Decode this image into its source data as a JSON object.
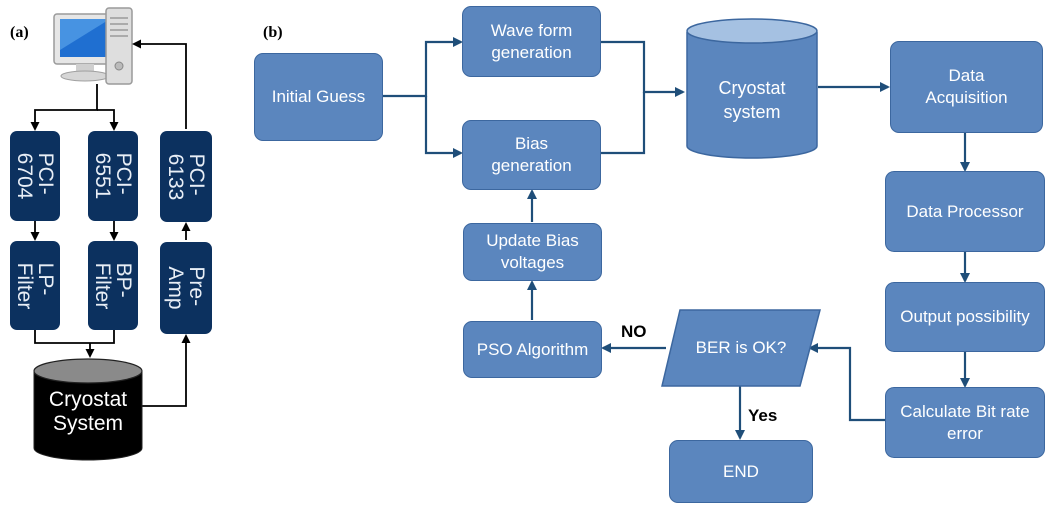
{
  "panel_a": {
    "label": "(a)",
    "cards": {
      "pci6704": "PCI-\n6704",
      "pci6551": "PCI-\n6551",
      "pci6133": "PCI-\n6133",
      "lp_filter": "LP-\nFilter",
      "bp_filter": "BP-\nFilter",
      "pre_amp": "Pre-\nAmp"
    },
    "cryostat": "Cryostat\nSystem"
  },
  "panel_b": {
    "label": "(b)",
    "nodes": {
      "initial_guess": "Initial Guess",
      "wave_form": "Wave form\ngeneration",
      "bias_generation": "Bias\ngeneration",
      "update_bias": "Update Bias\nvoltages",
      "pso": "PSO Algorithm",
      "cryostat": "Cryostat\nsystem",
      "data_acquisition": "Data\nAcquisition",
      "data_processor": "Data Processor",
      "output_possibility": "Output possibility",
      "calculate_ber": "Calculate Bit rate\nerror",
      "ber_ok": "BER is OK?",
      "end": "END"
    },
    "edge_labels": {
      "no": "NO",
      "yes": "Yes"
    }
  },
  "colors": {
    "flow_box": "#5b86be",
    "flow_border": "#3c679f",
    "card_box": "#0c315f",
    "line_blue": "#1f4e79",
    "line_black": "#000000"
  },
  "icons": {
    "computer": "desktop-computer-icon"
  }
}
